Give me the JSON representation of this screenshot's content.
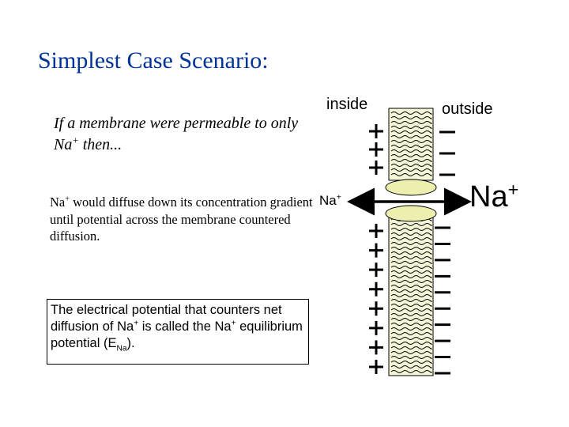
{
  "slide": {
    "title": "Simplest Case Scenario:",
    "intro": {
      "text1": "If a membrane were permeable to only Na",
      "sup": "+",
      "text2": " then..."
    },
    "diffuse": {
      "pre": "Na",
      "sup": "+",
      "text": " would diffuse down its concentration gradient until potential across the membrane countered diffusion."
    },
    "note": {
      "t1": "The electrical potential that counters net diffusion of Na",
      "s1": "+",
      "t2": " is called the Na",
      "s2": "+",
      "t3": " equilibrium potential (E",
      "sub": "Na",
      "t4": ")."
    }
  },
  "diagram": {
    "inside_label": "inside",
    "outside_label": "outside",
    "channel_ion": {
      "base": "Na",
      "sup": "+"
    },
    "outside_ion": {
      "base": "Na",
      "sup": "+"
    },
    "inside_upper_charge_count": 3,
    "outside_upper_charge_count": 3,
    "inside_lower_charge_count": 8,
    "outside_lower_charge_count": 10,
    "colors": {
      "membrane_fill": "#f5f5d8",
      "channel_cap": "#ecefb0",
      "ink": "#000000"
    }
  }
}
